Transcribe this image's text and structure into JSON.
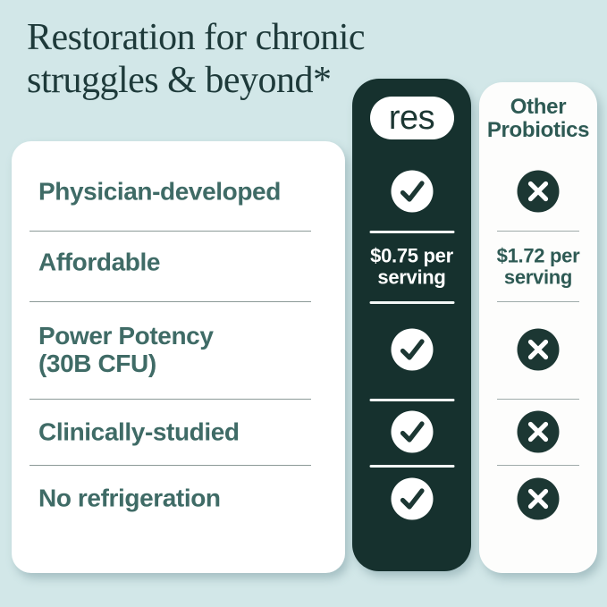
{
  "title": "Restoration for chronic struggles & beyond*",
  "features": {
    "items": [
      {
        "label": "Physician-developed"
      },
      {
        "label": "Affordable"
      },
      {
        "label": "Power Potency (30B CFU)"
      },
      {
        "label": "Clinically-studied"
      },
      {
        "label": "No refrigeration"
      }
    ]
  },
  "res_column": {
    "brand": "res",
    "rows": [
      {
        "icon": "check-icon"
      },
      {
        "value": "$0.75 per serving"
      },
      {
        "icon": "check-icon"
      },
      {
        "icon": "check-icon"
      },
      {
        "icon": "check-icon"
      }
    ]
  },
  "other_column": {
    "header": "Other Probiotics",
    "rows": [
      {
        "icon": "cross-icon"
      },
      {
        "value": "$1.72 per serving"
      },
      {
        "icon": "cross-icon"
      },
      {
        "icon": "cross-icon"
      },
      {
        "icon": "cross-icon"
      }
    ]
  },
  "colors": {
    "background": "#d2e7e8",
    "dark_green": "#16312e",
    "title_text": "#1e3a3a",
    "feature_text": "#3f6b66",
    "accent_text": "#2e5a54"
  }
}
